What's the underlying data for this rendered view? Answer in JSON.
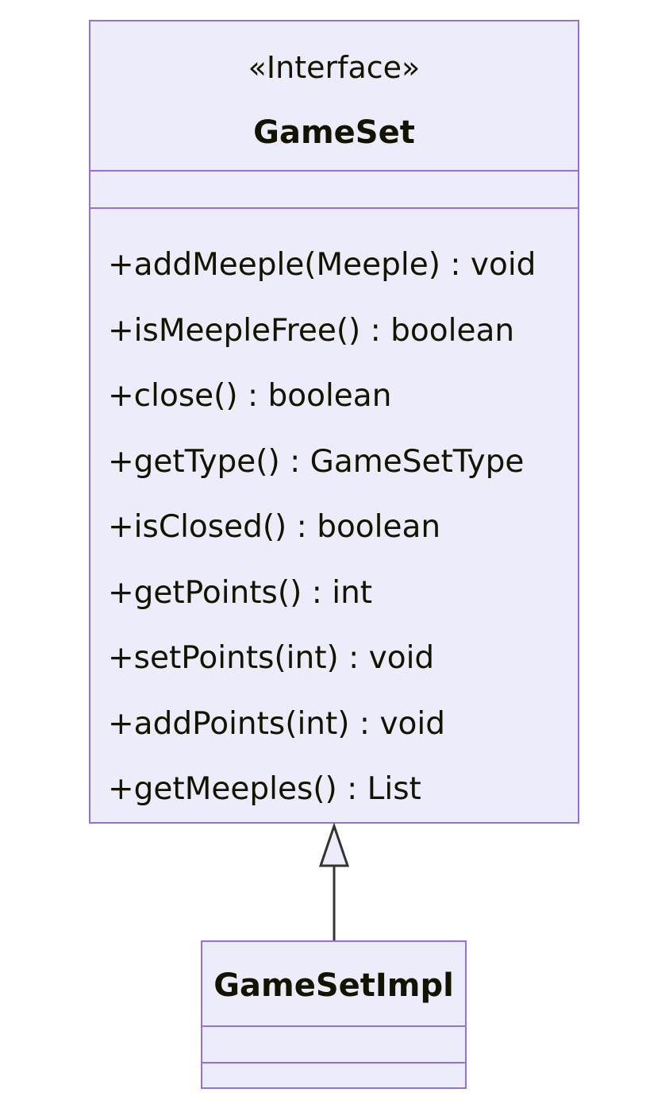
{
  "diagram": {
    "interface_class": {
      "stereotype": "«Interface»",
      "name": "GameSet",
      "methods": [
        "+addMeeple(Meeple) : void",
        "+isMeepleFree() : boolean",
        "+close() : boolean",
        "+getType() : GameSetType",
        "+isClosed() : boolean",
        "+getPoints() : int",
        "+setPoints(int) : void",
        "+addPoints(int) : void",
        "+getMeeples() : List"
      ]
    },
    "impl_class": {
      "name": "GameSetImpl"
    },
    "relationship": "realization",
    "colors": {
      "box_fill": "#ececfa",
      "box_border": "#9370db",
      "text": "#131300",
      "connector": "#333333"
    }
  }
}
